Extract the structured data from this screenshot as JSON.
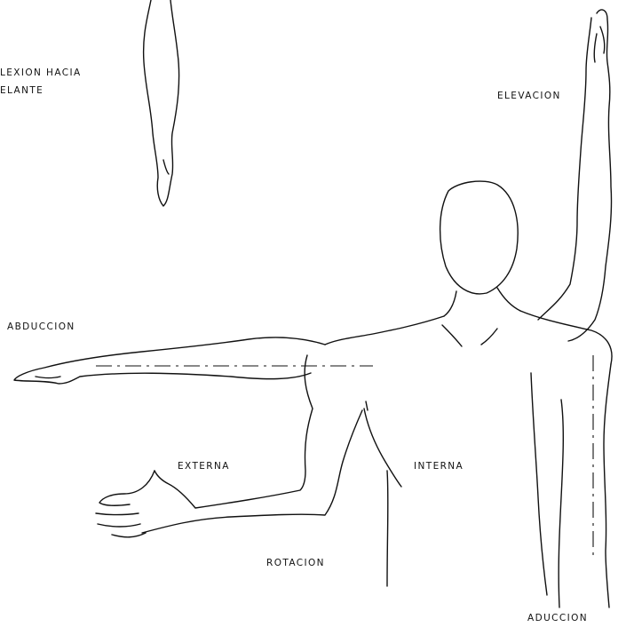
{
  "labels": {
    "flexion_line1": "LEXION HACIA",
    "flexion_line2": "ELANTE",
    "elevacion": "ELEVACION",
    "abduccion": "ABDUCCION",
    "externa": "EXTERNA",
    "interna": "INTERNA",
    "rotacion": "ROTACION",
    "aduccion": "ADUCCION"
  }
}
